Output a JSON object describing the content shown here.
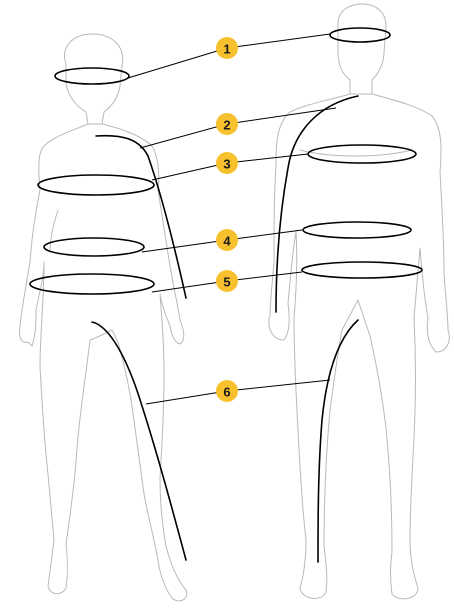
{
  "badge_color": "#f6c12d",
  "outline_color": "#b9b9b9",
  "line_color": "#000000",
  "markers": [
    {
      "label": "1"
    },
    {
      "label": "2"
    },
    {
      "label": "3"
    },
    {
      "label": "4"
    },
    {
      "label": "5"
    },
    {
      "label": "6"
    }
  ]
}
